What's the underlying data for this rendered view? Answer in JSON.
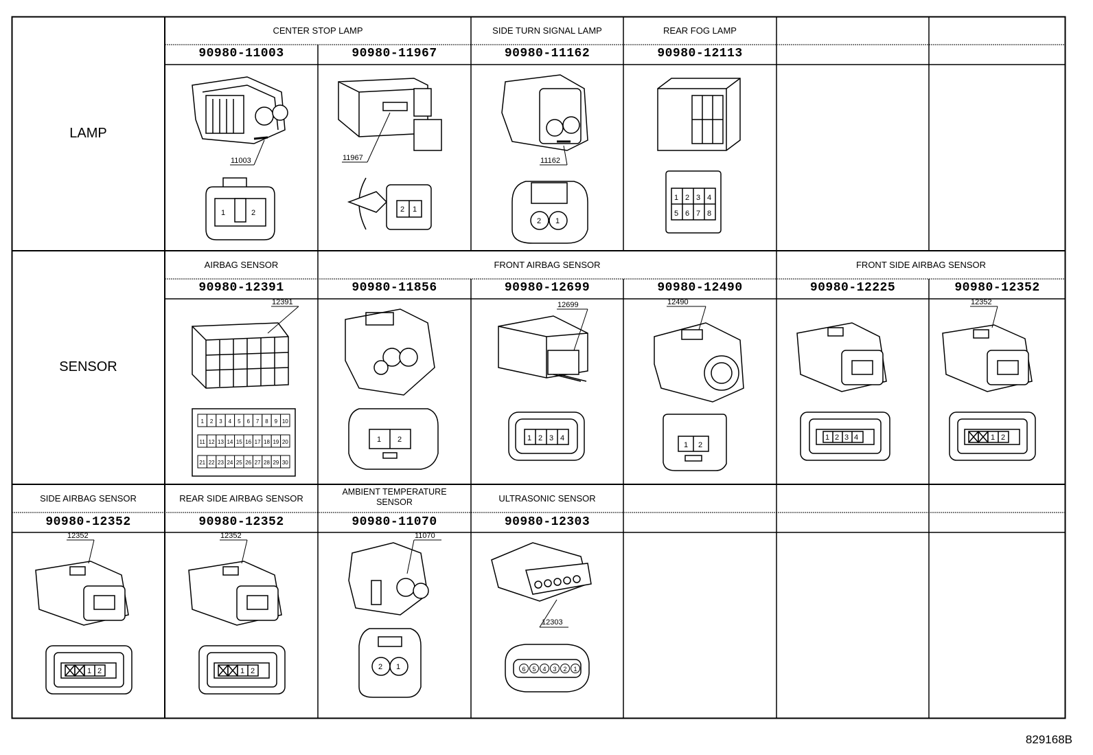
{
  "figure_id": "829168B",
  "rows": [
    {
      "label": "LAMP",
      "groups": [
        "CENTER STOP LAMP",
        "SIDE TURN SIGNAL LAMP",
        "REAR FOG LAMP"
      ],
      "parts": [
        {
          "number": "90980-11003",
          "callout": "11003",
          "face_pins": [
            "1",
            "2"
          ]
        },
        {
          "number": "90980-11967",
          "callout": "11967",
          "face_pins": [
            "2",
            "1"
          ]
        },
        {
          "number": "90980-11162",
          "callout": "11162",
          "face_pins": [
            "2",
            "1"
          ]
        },
        {
          "number": "90980-12113",
          "callout": "",
          "face_pins": [
            "1",
            "2",
            "3",
            "4",
            "5",
            "6",
            "7",
            "8"
          ]
        }
      ]
    },
    {
      "label": "SENSOR",
      "groups": [
        "AIRBAG SENSOR",
        "FRONT AIRBAG SENSOR",
        "FRONT SIDE AIRBAG SENSOR"
      ],
      "parts": [
        {
          "number": "90980-12391",
          "callout": "12391",
          "face_pins": [
            "1",
            "2",
            "3",
            "4",
            "5",
            "6",
            "7",
            "8",
            "9",
            "10",
            "11",
            "12",
            "13",
            "14",
            "15",
            "16",
            "17",
            "18",
            "19",
            "20",
            "21",
            "22",
            "23",
            "24",
            "25",
            "26",
            "27",
            "28",
            "29",
            "30"
          ]
        },
        {
          "number": "90980-11856",
          "callout": "",
          "face_pins": [
            "1",
            "2"
          ]
        },
        {
          "number": "90980-12699",
          "callout": "12699",
          "face_pins": [
            "1",
            "2",
            "3",
            "4"
          ]
        },
        {
          "number": "90980-12490",
          "callout": "12490",
          "face_pins": [
            "1",
            "2"
          ]
        },
        {
          "number": "90980-12225",
          "callout": "",
          "face_pins": [
            "1",
            "2",
            "3",
            "4"
          ]
        },
        {
          "number": "90980-12352",
          "callout": "12352",
          "face_pins": [
            "1",
            "2"
          ]
        }
      ]
    },
    {
      "label": "",
      "groups": [
        "SIDE AIRBAG SENSOR",
        "REAR SIDE AIRBAG SENSOR",
        "AMBIENT TEMPERATURE SENSOR",
        "ULTRASONIC SENSOR"
      ],
      "parts": [
        {
          "number": "90980-12352",
          "callout": "12352",
          "face_pins": [
            "1",
            "2"
          ]
        },
        {
          "number": "90980-12352",
          "callout": "12352",
          "face_pins": [
            "1",
            "2"
          ]
        },
        {
          "number": "90980-11070",
          "callout": "11070",
          "face_pins": [
            "2",
            "1"
          ]
        },
        {
          "number": "90980-12303",
          "callout": "12303",
          "face_pins": [
            "6",
            "5",
            "4",
            "3",
            "2",
            "1"
          ]
        }
      ]
    }
  ]
}
